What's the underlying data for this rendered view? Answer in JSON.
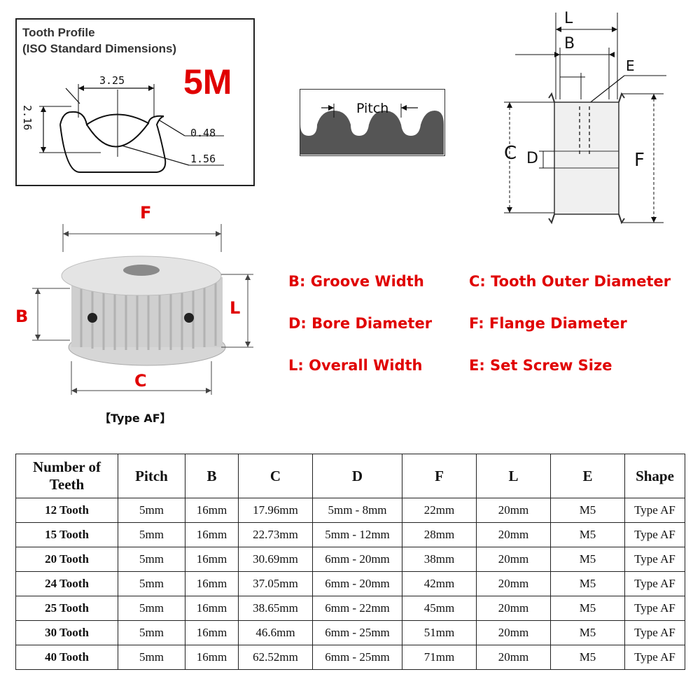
{
  "profile": {
    "title_line1": "Tooth Profile",
    "title_line2": "(ISO Standard Dimensions)",
    "belt_type": "5M",
    "dim_top": "3.25",
    "dim_height": "2.16",
    "dim_radius": "0.48",
    "dim_depth": "1.56"
  },
  "pitch_diagram": {
    "label": "Pitch"
  },
  "side_view": {
    "L": "L",
    "B": "B",
    "E": "E",
    "C": "C",
    "D": "D",
    "F": "F"
  },
  "photo": {
    "F": "F",
    "B": "B",
    "L": "L",
    "C": "C",
    "caption": "【Type AF】"
  },
  "legend": [
    "B: Groove Width",
    "C: Tooth Outer Diameter",
    "D: Bore Diameter",
    "F: Flange Diameter",
    "L: Overall Width",
    "E: Set Screw Size"
  ],
  "table": {
    "headers": [
      "Number of Teeth",
      "Pitch",
      "B",
      "C",
      "D",
      "F",
      "L",
      "E",
      "Shape"
    ],
    "rows": [
      [
        "12 Tooth",
        "5mm",
        "16mm",
        "17.96mm",
        "5mm - 8mm",
        "22mm",
        "20mm",
        "M5",
        "Type AF"
      ],
      [
        "15 Tooth",
        "5mm",
        "16mm",
        "22.73mm",
        "5mm - 12mm",
        "28mm",
        "20mm",
        "M5",
        "Type AF"
      ],
      [
        "20 Tooth",
        "5mm",
        "16mm",
        "30.69mm",
        "6mm - 20mm",
        "38mm",
        "20mm",
        "M5",
        "Type AF"
      ],
      [
        "24 Tooth",
        "5mm",
        "16mm",
        "37.05mm",
        "6mm - 20mm",
        "42mm",
        "20mm",
        "M5",
        "Type AF"
      ],
      [
        "25 Tooth",
        "5mm",
        "16mm",
        "38.65mm",
        "6mm - 22mm",
        "45mm",
        "20mm",
        "M5",
        "Type AF"
      ],
      [
        "30 Tooth",
        "5mm",
        "16mm",
        "46.6mm",
        "6mm - 25mm",
        "51mm",
        "20mm",
        "M5",
        "Type AF"
      ],
      [
        "40 Tooth",
        "5mm",
        "16mm",
        "62.52mm",
        "6mm - 25mm",
        "71mm",
        "20mm",
        "M5",
        "Type AF"
      ]
    ]
  }
}
